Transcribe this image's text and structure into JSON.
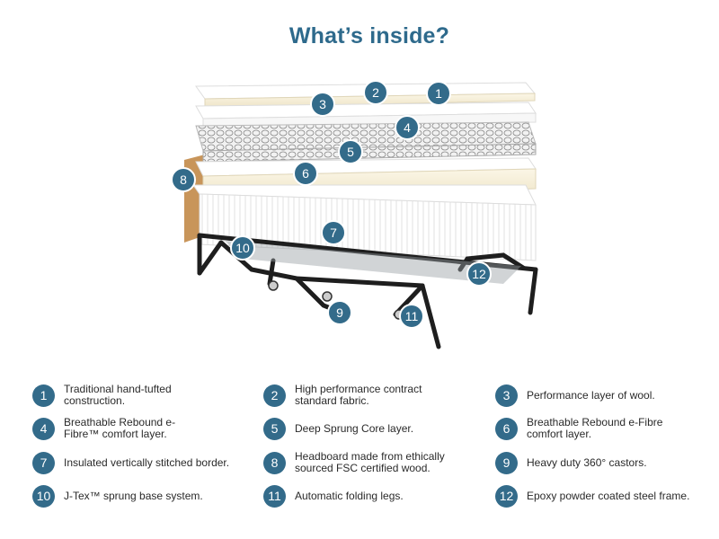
{
  "title": "What’s inside?",
  "colors": {
    "badge": "#336b8a",
    "title": "#2e6a8c"
  },
  "callouts": [
    "1",
    "2",
    "3",
    "4",
    "5",
    "6",
    "7",
    "8",
    "9",
    "10",
    "11",
    "12"
  ],
  "legend": [
    {
      "num": "1",
      "text": "Traditional hand-tufted construction."
    },
    {
      "num": "2",
      "text": "High performance contract standard fabric."
    },
    {
      "num": "3",
      "text": "Performance layer of wool."
    },
    {
      "num": "4",
      "text": "Breathable Rebound e-Fibre™ comfort layer."
    },
    {
      "num": "5",
      "text": "Deep Sprung Core layer."
    },
    {
      "num": "6",
      "text": "Breathable Rebound e-Fibre comfort layer."
    },
    {
      "num": "7",
      "text": "Insulated vertically stitched border."
    },
    {
      "num": "8",
      "text": "Headboard made from ethically sourced FSC certified wood."
    },
    {
      "num": "9",
      "text": "Heavy duty 360° castors."
    },
    {
      "num": "10",
      "text": "J-Tex™ sprung base system."
    },
    {
      "num": "11",
      "text": "Automatic folding legs."
    },
    {
      "num": "12",
      "text": "Epoxy powder coated steel frame."
    }
  ]
}
